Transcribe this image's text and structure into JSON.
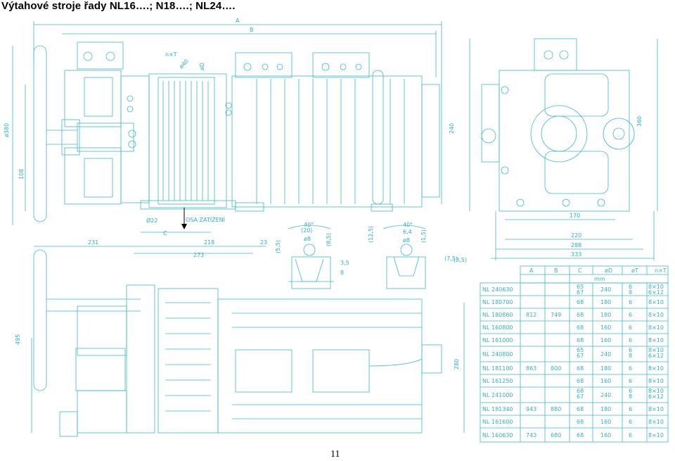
{
  "title": "Výtahové stroje řady  NL16….; N18….; NL24….",
  "page_number": "11",
  "colors": {
    "outline": "#3fb7c8",
    "dim": "#2cb0bd",
    "black": "#000000"
  },
  "top_view": {
    "dims": [
      "A",
      "B",
      "ø380",
      "108",
      "240",
      "360",
      "170",
      "220",
      "288",
      "333",
      "231",
      "218",
      "273",
      "C",
      "Ø22",
      "23",
      "OSA ZATÍŽENÍ",
      "øD",
      "n×T",
      "ø40"
    ],
    "groove_labels": [
      "40°",
      "(20)",
      "ø8",
      "(8,5)",
      "(5,5)",
      "(12,5)",
      "3,5",
      "8",
      "40°",
      "6,4",
      "ø8",
      "(1,5)",
      "(7,5)",
      "(3,5)"
    ]
  },
  "bottom_view": {
    "dims": [
      "495",
      "280"
    ]
  },
  "table": {
    "headers": [
      "A",
      "B",
      "C",
      "øD",
      "øT",
      "n×T"
    ],
    "unit": "mm",
    "rows": [
      {
        "name": "NL 240630",
        "A": "",
        "B": "",
        "C": "65\n67",
        "D": "240",
        "T": "6\n8",
        "nT": "8×10\n6×12"
      },
      {
        "name": "NL 180700",
        "A": "",
        "B": "",
        "C": "68",
        "D": "180",
        "T": "6",
        "nT": "8×10"
      },
      {
        "name": "NL 180860",
        "A": "812",
        "B": "749",
        "C": "68",
        "D": "180",
        "T": "6",
        "nT": "8×10"
      },
      {
        "name": "NL 160800",
        "A": "",
        "B": "",
        "C": "68",
        "D": "160",
        "T": "6",
        "nT": "8×10"
      },
      {
        "name": "NL 161000",
        "A": "",
        "B": "",
        "C": "68",
        "D": "160",
        "T": "6",
        "nT": "8×10"
      },
      {
        "name": "NL 240800",
        "A": "",
        "B": "",
        "C": "65\n67",
        "D": "240",
        "T": "6\n8",
        "nT": "8×10\n6×12"
      },
      {
        "name": "NL 181100",
        "A": "863",
        "B": "800",
        "C": "68",
        "D": "180",
        "T": "6",
        "nT": "8×10"
      },
      {
        "name": "NL 161250",
        "A": "",
        "B": "",
        "C": "68",
        "D": "160",
        "T": "6",
        "nT": "8×10"
      },
      {
        "name": "NL 241000",
        "A": "",
        "B": "",
        "C": "68\n67",
        "D": "240",
        "T": "6\n8",
        "nT": "8×10\n6×12"
      },
      {
        "name": "NL 181340",
        "A": "943",
        "B": "880",
        "C": "68",
        "D": "180",
        "T": "6",
        "nT": "8×10"
      },
      {
        "name": "NL 161600",
        "A": "",
        "B": "",
        "C": "68",
        "D": "160",
        "T": "6",
        "nT": "8×10"
      },
      {
        "name": "NL 160630",
        "A": "743",
        "B": "680",
        "C": "68",
        "D": "160",
        "T": "6",
        "nT": "8×10"
      }
    ]
  }
}
